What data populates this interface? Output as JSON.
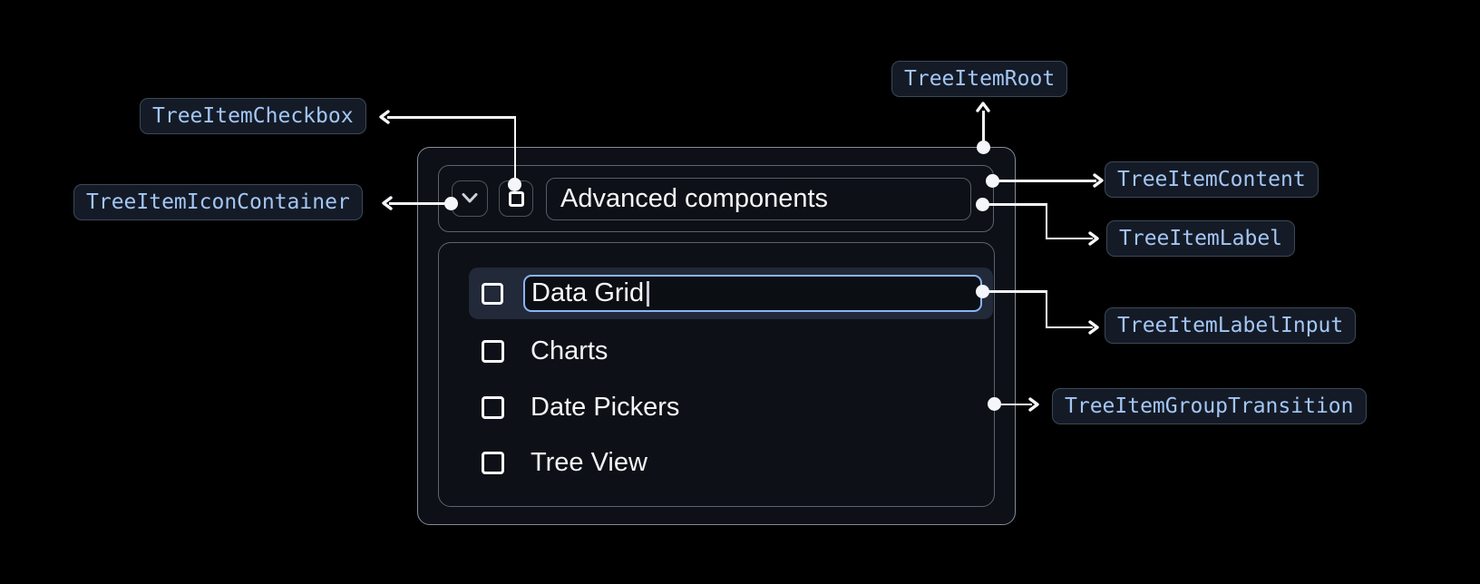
{
  "tree": {
    "parent": {
      "label": "Advanced components"
    },
    "editing_item": {
      "value": "Data Grid"
    },
    "items": [
      "Charts",
      "Date Pickers",
      "Tree View"
    ]
  },
  "badges": {
    "root": "TreeItemRoot",
    "checkbox": "TreeItemCheckbox",
    "icon_container": "TreeItemIconContainer",
    "content": "TreeItemContent",
    "label": "TreeItemLabel",
    "label_input": "TreeItemLabelInput",
    "group_transition": "TreeItemGroupTransition"
  },
  "icons": {
    "expand": "chevron-down-icon"
  },
  "colors": {
    "background": "#000000",
    "surface": "#0d1016",
    "row_highlight": "#222938",
    "input_accent": "#8ab4f8",
    "badge_text": "#a4c6f4",
    "badge_background": "#141b27",
    "badge_border": "#3d4857",
    "connector": "#f4f6f9"
  }
}
